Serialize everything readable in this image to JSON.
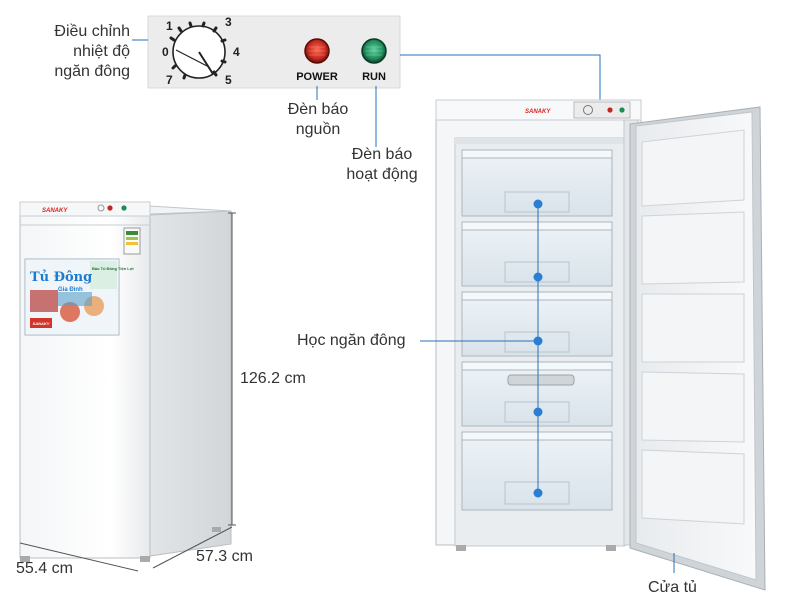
{
  "labels": {
    "dial_line1": "Điều chỉnh",
    "dial_line2": "nhiệt độ",
    "dial_line3": "ngăn đông",
    "power_line1": "Đèn báo",
    "power_line2": "nguồn",
    "run_line1": "Đèn báo",
    "run_line2": "hoạt động",
    "drawer": "Học ngăn đông",
    "door": "Cửa tủ"
  },
  "dimensions": {
    "height": "126.2 cm",
    "width": "55.4 cm",
    "depth": "57.3 cm"
  },
  "control_panel": {
    "dial_numbers": [
      "0",
      "1",
      "3",
      "4",
      "5",
      "7"
    ],
    "power_label": "POWER",
    "run_label": "RUN",
    "power_color": "#c0281e",
    "run_color": "#1f8a5a"
  },
  "brand": "SANAKY",
  "sticker": {
    "title": "Tủ Đông",
    "subtitle": "Gia Đình",
    "note": "Bảo Tủ Đông Tiện Lợi",
    "brand": "SANAKY"
  },
  "colors": {
    "callout_line": "#2a6fb8",
    "callout_dot": "#2a7fd4"
  }
}
